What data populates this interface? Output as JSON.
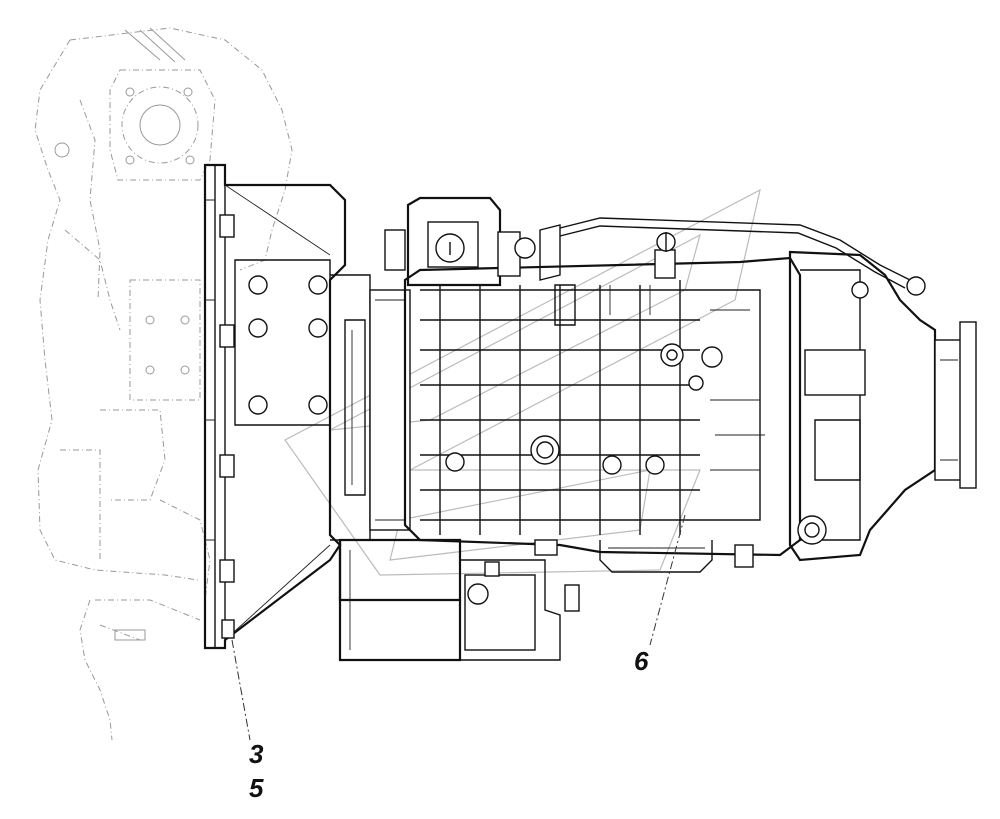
{
  "callouts": {
    "label_3": "3",
    "label_5": "5",
    "label_6": "6"
  },
  "colors": {
    "line": "#111111",
    "ghost_line": "#999999",
    "background": "#ffffff"
  }
}
